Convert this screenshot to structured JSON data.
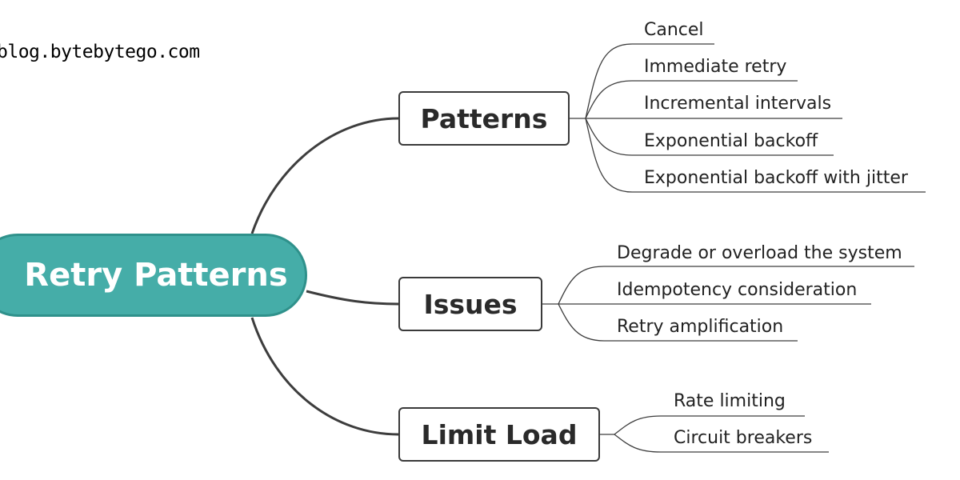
{
  "watermark": "blog.bytebytego.com",
  "root": {
    "label": "Retry Patterns",
    "fill_color": "#45ada8",
    "border_color": "#2f918b"
  },
  "branches": [
    {
      "label": "Patterns",
      "children": [
        "Cancel",
        "Immediate retry",
        "Incremental intervals",
        "Exponential backoff",
        "Exponential backoff with jitter"
      ]
    },
    {
      "label": "Issues",
      "children": [
        "Degrade or overload the system",
        "Idempotency consideration",
        "Retry amplification"
      ]
    },
    {
      "label": "Limit Load",
      "children": [
        "Rate limiting",
        "Circuit breakers"
      ]
    }
  ]
}
